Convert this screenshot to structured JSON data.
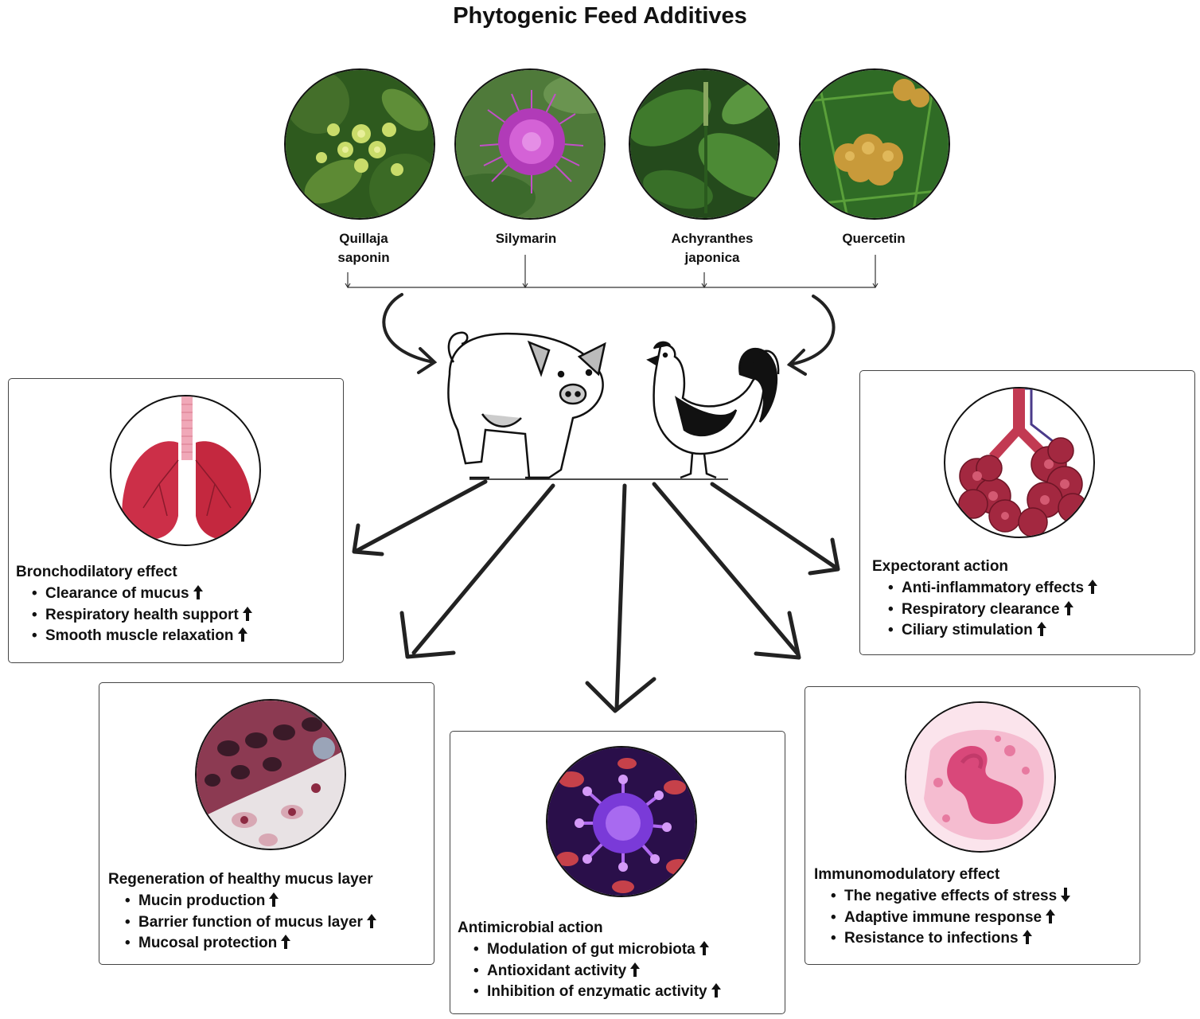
{
  "title": "Phytogenic Feed Additives",
  "additives": [
    {
      "lines": [
        "Quillaja",
        "saponin"
      ]
    },
    {
      "lines": [
        "Silymarin"
      ]
    },
    {
      "lines": [
        "Achyranthes",
        "japonica"
      ]
    },
    {
      "lines": [
        "Quercetin"
      ]
    }
  ],
  "icons": [
    "pig-icon",
    "rooster-icon",
    "lungs-icon",
    "alveoli-icon",
    "mucus-tissue-icon",
    "virus-icon",
    "immune-cell-icon"
  ],
  "colors": {
    "lungs": "#cc2f48",
    "alveoli": "#a32840",
    "virus": "#7a3ad8",
    "immune_cell": "#d9487a",
    "mucus_tissue": "#8c3a52",
    "arrows": "#222222"
  },
  "effects": {
    "bronchodilatory": {
      "title": "Bronchodilatory effect",
      "items": [
        {
          "text": "Clearance of mucus",
          "trend": "up"
        },
        {
          "text": "Respiratory health support",
          "trend": "up"
        },
        {
          "text": "Smooth muscle relaxation",
          "trend": "up"
        }
      ]
    },
    "expectorant": {
      "title": "Expectorant action",
      "items": [
        {
          "text": "Anti-inflammatory effects",
          "trend": "up"
        },
        {
          "text": "Respiratory clearance",
          "trend": "up"
        },
        {
          "text": "Ciliary stimulation",
          "trend": "up"
        }
      ]
    },
    "regeneration": {
      "title": "Regeneration of healthy mucus layer",
      "items": [
        {
          "text": "Mucin production",
          "trend": "up"
        },
        {
          "text": "Barrier function of mucus layer",
          "trend": "up"
        },
        {
          "text": "Mucosal protection",
          "trend": "up"
        }
      ]
    },
    "antimicrobial": {
      "title": "Antimicrobial action",
      "items": [
        {
          "text": "Modulation of gut microbiota",
          "trend": "up"
        },
        {
          "text": "Antioxidant activity",
          "trend": "up"
        },
        {
          "text": "Inhibition of enzymatic activity",
          "trend": "up"
        }
      ]
    },
    "immunomodulatory": {
      "title": "Immunomodulatory effect",
      "items": [
        {
          "text": "The negative effects of stress",
          "trend": "down"
        },
        {
          "text": "Adaptive immune response",
          "trend": "up"
        },
        {
          "text": "Resistance to infections",
          "trend": "up"
        }
      ]
    }
  }
}
